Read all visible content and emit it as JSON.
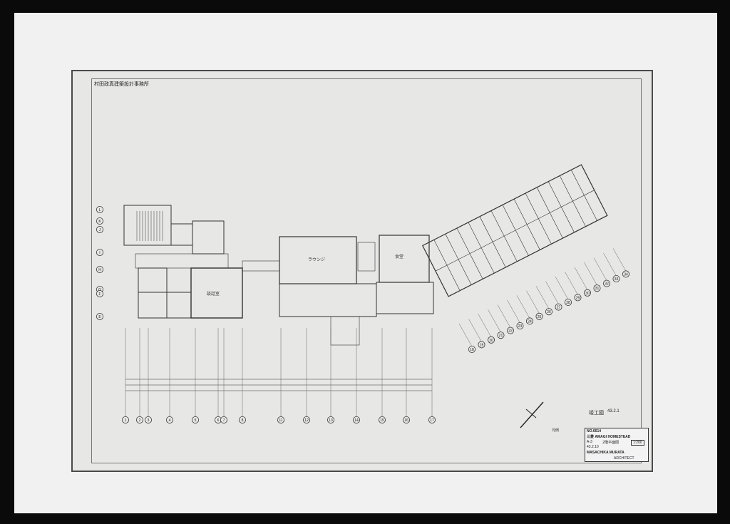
{
  "sheet": {
    "office_name": "村田政真建築設計事務所",
    "completion_label": "竣工図",
    "completion_date": "43.2.1",
    "legend_label": "凡例"
  },
  "title_block": {
    "drawing_no": "NO.6614",
    "project": "三菱 AMAGI HOMESTEAD",
    "sheet_no": "A-3",
    "drawing_name": "2階平面図",
    "scale": "1:200",
    "date": "43.2.10",
    "architect": "MASACHIKA MURATA",
    "architect_role": "ARCHITECT"
  },
  "grid": {
    "column_labels": [
      "1",
      "2",
      "3",
      "4",
      "5",
      "6",
      "7",
      "8",
      "11",
      "12",
      "13",
      "14",
      "15",
      "16",
      "17"
    ],
    "diagonal_labels": [
      "18",
      "19",
      "20",
      "21",
      "22",
      "23",
      "24",
      "25",
      "26",
      "27",
      "28",
      "29",
      "30",
      "31",
      "32",
      "33",
      "34"
    ],
    "row_labels": [
      "L",
      "K",
      "J",
      "I",
      "H",
      "G",
      "F",
      "E"
    ]
  },
  "rooms": {
    "large_hall": "談話室",
    "lounge": "ラウンジ",
    "dining": "食堂"
  }
}
